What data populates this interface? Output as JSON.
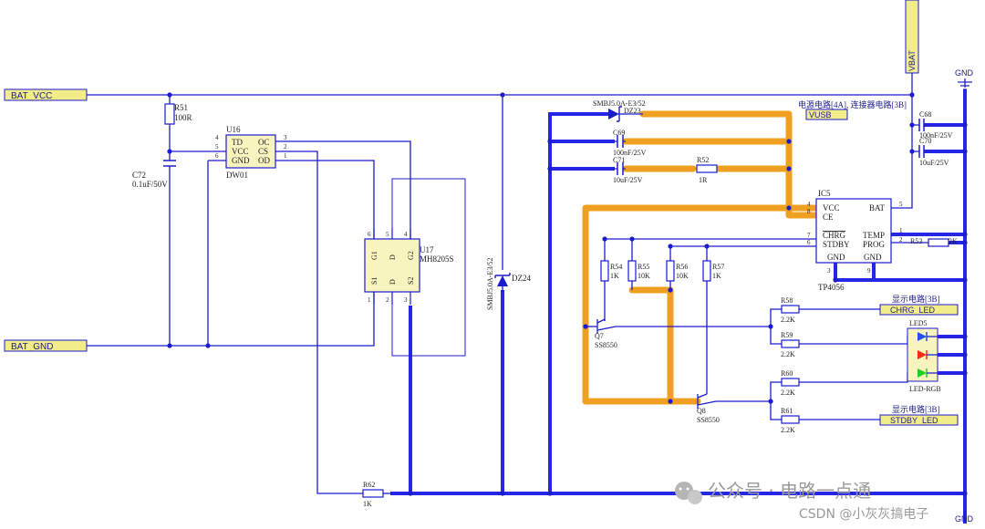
{
  "nets": {
    "bat_vcc": "BAT_VCC",
    "bat_gnd": "BAT_GND",
    "vbat": "VBAT",
    "gnd_top": "GND",
    "gnd_bottom": "GND",
    "vusb": "VUSB",
    "chrg_led": "CHRG_LED",
    "stdby_led": "STDBY_LED",
    "ref_power": "电源电路[4A], 连接器电路[3B]",
    "ref_display1": "显示电路[3B]",
    "ref_display2": "显示电路[3B]"
  },
  "components": {
    "r51": {
      "ref": "R51",
      "value": "100R"
    },
    "c72": {
      "ref": "C72",
      "value": "0.1uF/50V"
    },
    "u16": {
      "ref": "U16",
      "part": "DW01",
      "pins_left": [
        "TD",
        "VCC",
        "GND"
      ],
      "pins_right": [
        "OC",
        "CS",
        "OD"
      ],
      "pin_nums_left": [
        "4",
        "5",
        "6"
      ],
      "pin_nums_right": [
        "3",
        "2",
        "1"
      ]
    },
    "u17": {
      "ref": "U17",
      "part": "MH8205S",
      "labels_top": [
        "G1",
        "D",
        "G2"
      ],
      "labels_bottom": [
        "S1",
        "D",
        "S2"
      ],
      "pins_top": [
        "6",
        "5",
        "4"
      ],
      "pins_bottom": [
        "1",
        "2",
        "3"
      ]
    },
    "dz24": {
      "ref": "DZ24",
      "part": "SMBJ5.0A-E3/52"
    },
    "dz23": {
      "ref": "DZ23",
      "part": "SMBJ5.0A-E3/52"
    },
    "c69": {
      "ref": "C69",
      "value": "100nF/25V"
    },
    "c71": {
      "ref": "C71",
      "value": "10uF/25V"
    },
    "r52": {
      "ref": "R52",
      "value": "1R"
    },
    "c68": {
      "ref": "C68",
      "value": "100nF/25V"
    },
    "c70": {
      "ref": "C70",
      "value": "10uF/25V"
    },
    "ic5": {
      "ref": "IC5",
      "part": "TP4056",
      "pins_left": [
        "VCC",
        "CE",
        "CHRG",
        "STDBY"
      ],
      "pin_nums_left": [
        "4",
        "8",
        "7",
        "6"
      ],
      "pins_right": [
        "BAT",
        "TEMP",
        "PROG"
      ],
      "pin_nums_right": [
        "5",
        "1",
        "2"
      ],
      "pins_bottom": [
        "GND",
        "GND"
      ],
      "pin_nums_bottom": [
        "3",
        "9"
      ]
    },
    "r53": {
      "ref": "R53",
      "value": "2K"
    },
    "r54": {
      "ref": "R54",
      "value": "1K"
    },
    "r55": {
      "ref": "R55",
      "value": "10K"
    },
    "r56": {
      "ref": "R56",
      "value": "10K"
    },
    "r57": {
      "ref": "R57",
      "value": "1K"
    },
    "q7": {
      "ref": "Q7",
      "part": "SS8550"
    },
    "q8": {
      "ref": "Q8",
      "part": "SS8550"
    },
    "r58": {
      "ref": "R58",
      "value": "2.2K"
    },
    "r59": {
      "ref": "R59",
      "value": "2.2K"
    },
    "r60": {
      "ref": "R60",
      "value": "2.2K"
    },
    "r61": {
      "ref": "R61",
      "value": "2.2K"
    },
    "led5": {
      "ref": "LED5",
      "part": "LED-RGB"
    },
    "r62": {
      "ref": "R62",
      "value": "1K"
    }
  },
  "watermark": {
    "wechat": "公众号 · 电路一点通",
    "csdn": "CSDN @小灰灰搞电子"
  },
  "colors": {
    "wire": "#1c1ccf",
    "bus": "#2626e6",
    "highlight": "#f0a020",
    "netlabel_fill": "#f2ec8a",
    "led_blue": "#1e50ff",
    "led_red": "#ff2a10",
    "led_green": "#20d020"
  }
}
